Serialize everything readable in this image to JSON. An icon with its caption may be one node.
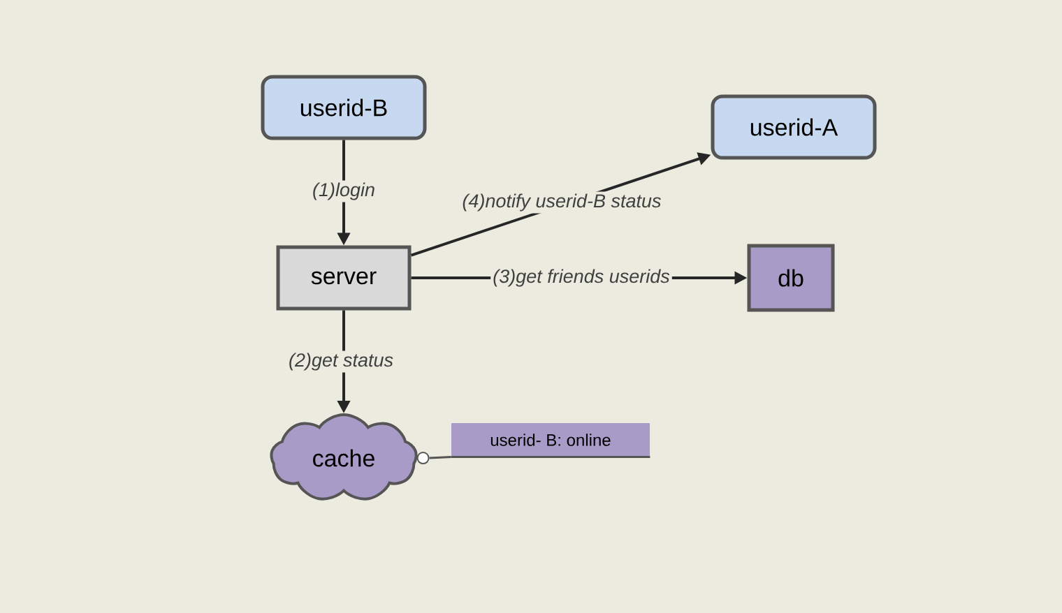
{
  "diagram": {
    "nodes": [
      {
        "text": [
          "userid-B"
        ]
      },
      {
        "text": [
          "userid-A"
        ]
      },
      {
        "text": [
          "server"
        ]
      },
      {
        "text": [
          "db"
        ]
      },
      {
        "text": [
          "cache"
        ]
      },
      {
        "text": [
          "userid- B: online"
        ]
      }
    ],
    "edges": [
      {
        "from": 0,
        "to": 2,
        "arrow": "to",
        "label": "(1)login"
      },
      {
        "from": 2,
        "to": 4,
        "arrow": "to",
        "label": "(2)get status"
      },
      {
        "from": 2,
        "to": 3,
        "arrow": "to",
        "label": "(3)get friends userids"
      },
      {
        "from": 2,
        "to": 1,
        "arrow": "to",
        "label": "(4)notify userid-B status"
      },
      {
        "from": 4,
        "to": 5,
        "arrow": "other"
      }
    ]
  }
}
